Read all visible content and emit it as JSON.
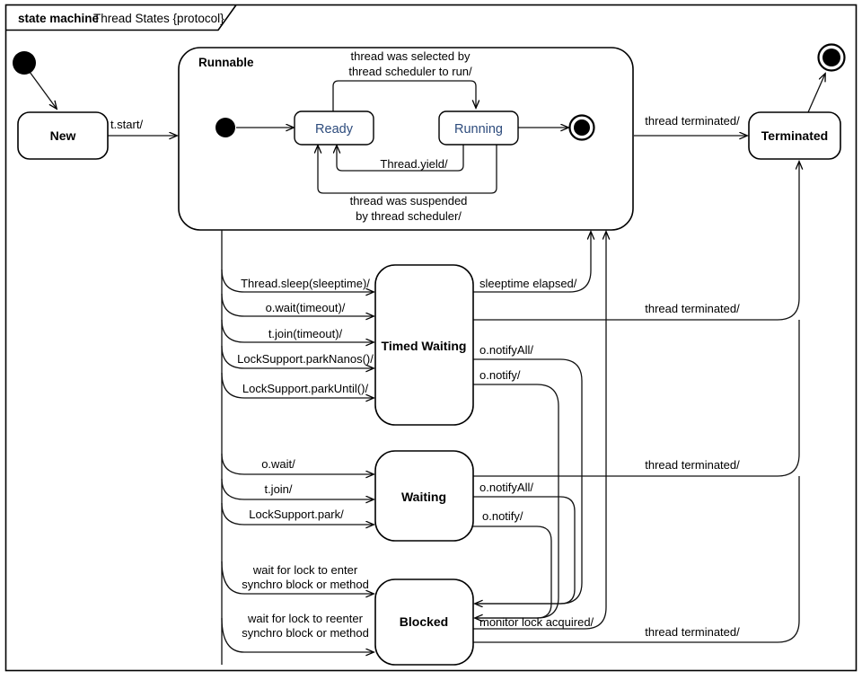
{
  "frame": {
    "header_keyword": "state machine",
    "header_name": "Thread States {protocol}"
  },
  "states": {
    "new": {
      "label": "New"
    },
    "runnable": {
      "label": "Runnable"
    },
    "ready": {
      "label": "Ready"
    },
    "running": {
      "label": "Running"
    },
    "terminated": {
      "label": "Terminated"
    },
    "timed_waiting": {
      "label": "Timed Waiting"
    },
    "waiting": {
      "label": "Waiting"
    },
    "blocked": {
      "label": "Blocked"
    }
  },
  "pseudostates": {
    "initial_outer": {
      "name": "initial-state"
    },
    "initial_runnable": {
      "name": "initial-state"
    },
    "final_runnable": {
      "name": "final-state"
    },
    "final_outer": {
      "name": "final-state"
    }
  },
  "transitions": {
    "start": "t.start/",
    "selected_by_scheduler_1": "thread was selected by",
    "selected_by_scheduler_2": "thread scheduler to run/",
    "yield": "Thread.yield/",
    "suspended_1": "thread was suspended",
    "suspended_2": "by thread scheduler/",
    "terminated_top": "thread terminated/",
    "sleep": "Thread.sleep(sleeptime)/",
    "wait_timeout": "o.wait(timeout)/",
    "join_timeout": "t.join(timeout)/",
    "park_nanos": "LockSupport.parkNanos()/",
    "park_until": "LockSupport.parkUntil()/",
    "sleeptime_elapsed": "sleeptime elapsed/",
    "terminated_tw": "thread terminated/",
    "notify_all_tw": "o.notifyAll/",
    "notify_tw": "o.notify/",
    "wait": "o.wait/",
    "join": "t.join/",
    "park": "LockSupport.park/",
    "notify_all_w": "o.notifyAll/",
    "notify_w": "o.notify/",
    "terminated_w": "thread terminated/",
    "wait_lock_enter_1": "wait for lock to enter",
    "wait_lock_enter_2": "synchro block or method",
    "wait_lock_reenter_1": "wait for lock to reenter",
    "wait_lock_reenter_2": "synchro block or method",
    "monitor_lock_acquired": "monitor lock acquired/",
    "terminated_blocked": "thread terminated/"
  },
  "colors": {
    "stroke": "#000000",
    "background": "#ffffff",
    "inner_state_text": "#2d4b7c"
  }
}
